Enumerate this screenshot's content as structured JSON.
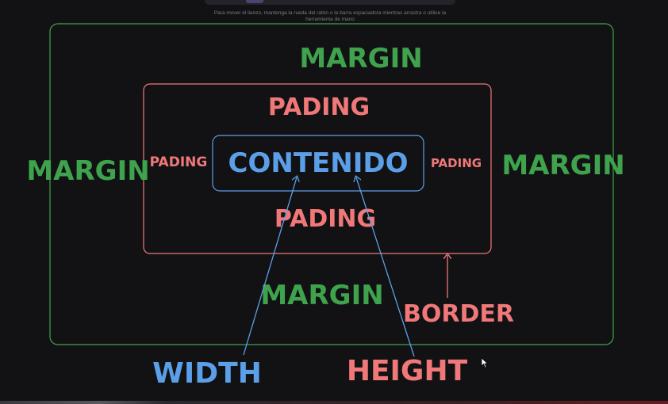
{
  "hint": {
    "line1": "Para mover el lienzo, mantenga la rueda del ratón o la barra espaciadora mientras arrastra o utilice la",
    "line2": "herramienta de mano"
  },
  "labels": {
    "margin_top": "MARGIN",
    "margin_left": "MARGIN",
    "margin_right": "MARGIN",
    "margin_bottom": "MARGIN",
    "padding_top": "PADING",
    "padding_left": "PADING",
    "padding_right": "PADING",
    "padding_bottom": "PADING",
    "content": "CONTENIDO",
    "border": "BORDER",
    "width": "WIDTH",
    "height": "HEIGHT"
  },
  "colors": {
    "margin": "#3fa34d",
    "padding_border": "#f07878",
    "content": "#5b9fe8",
    "background": "#121214"
  }
}
